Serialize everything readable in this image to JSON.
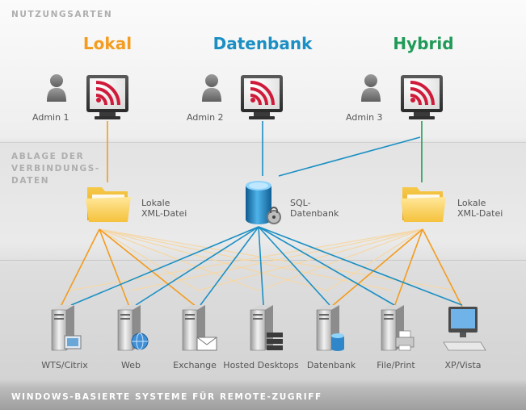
{
  "section_labels": {
    "usage_types": "NUTZUNGSARTEN",
    "connection_storage": [
      "ABLAGE DER",
      "VERBINDUNGS-",
      "DATEN"
    ],
    "footer": "WINDOWS-BASIERTE SYSTEME FÜR REMOTE-ZUGRIFF"
  },
  "usage_types": [
    {
      "title": "Lokal",
      "color": "#f39c1f",
      "admin": "Admin 1",
      "icon": "monitor-rdp-icon"
    },
    {
      "title": "Datenbank",
      "color": "#1b8fc3",
      "admin": "Admin 2",
      "icon": "monitor-rdp-icon"
    },
    {
      "title": "Hybrid",
      "color": "#1f9a58",
      "admin": "Admin 3",
      "icon": "monitor-rdp-icon"
    }
  ],
  "storage": {
    "left": {
      "line1": "Lokale",
      "line2": "XML-Datei",
      "icon": "folder-icon"
    },
    "center": {
      "line1": "SQL-",
      "line2": "Datenbank",
      "icon": "database-lock-icon"
    },
    "right": {
      "line1": "Lokale",
      "line2": "XML-Datei",
      "icon": "folder-icon"
    }
  },
  "systems": [
    {
      "label": "WTS/Citrix",
      "icon": "server-citrix-icon"
    },
    {
      "label": "Web",
      "icon": "server-web-icon"
    },
    {
      "label": "Exchange",
      "icon": "server-mail-icon"
    },
    {
      "label": "Hosted Desktops",
      "icon": "server-desktops-icon"
    },
    {
      "label": "Datenbank",
      "icon": "server-database-icon"
    },
    {
      "label": "File/Print",
      "icon": "server-print-icon"
    },
    {
      "label": "XP/Vista",
      "icon": "workstation-icon"
    }
  ],
  "colors": {
    "orange": "#f39c1f",
    "blue": "#1b8fc3",
    "green": "#1f9a58",
    "faint_orange": "#f5d7a6"
  }
}
